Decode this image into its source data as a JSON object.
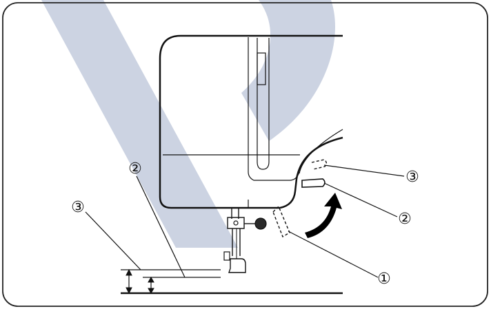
{
  "colors": {
    "watermark": "#ccd3e2",
    "ink": "#111111",
    "frame": "#222222",
    "arrow": "#000000",
    "background": "#ffffff"
  },
  "callouts": {
    "pin_label": "①",
    "lever_label": "②",
    "arm_label": "③",
    "left_low_label": "②",
    "left_high_label": "③"
  },
  "icons": {
    "lift_arrow": "curved-up-arrow-icon",
    "height_marker": "double-arrow-icon"
  }
}
